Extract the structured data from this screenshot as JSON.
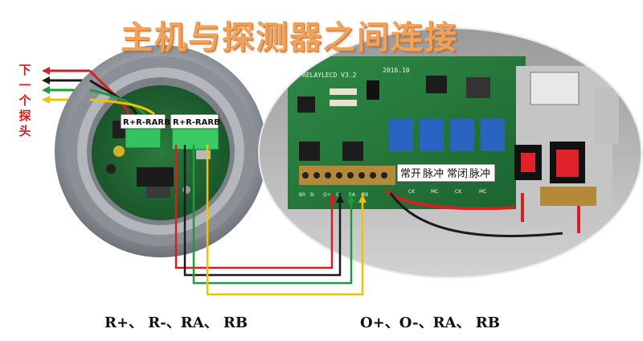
{
  "title": "主机与探测器之间连接",
  "side_label": [
    "下",
    "一",
    "个",
    "探",
    "头"
  ],
  "detector_terminal_labels": [
    "R+R-RARB",
    "R+R-RARB"
  ],
  "board_model": "RELAYLECD V3.2",
  "board_date": "2016.10",
  "relay_terminal_labels": [
    "常开",
    "脉冲",
    "常闭",
    "脉冲"
  ],
  "host_terminal_labels": [
    "B0",
    "B-",
    "O+",
    "O-",
    "RA",
    "RB"
  ],
  "board_small_labels": [
    "CK",
    "MC",
    "CK",
    "MC"
  ],
  "bottom_left_label": "R+、 R-、RA、 RB",
  "bottom_right_label": "O+、O-、RA、 RB",
  "wire_colors": {
    "red": "#d42020",
    "black": "#1a1a1a",
    "green": "#1f9a3c",
    "yellow": "#f2c200"
  }
}
